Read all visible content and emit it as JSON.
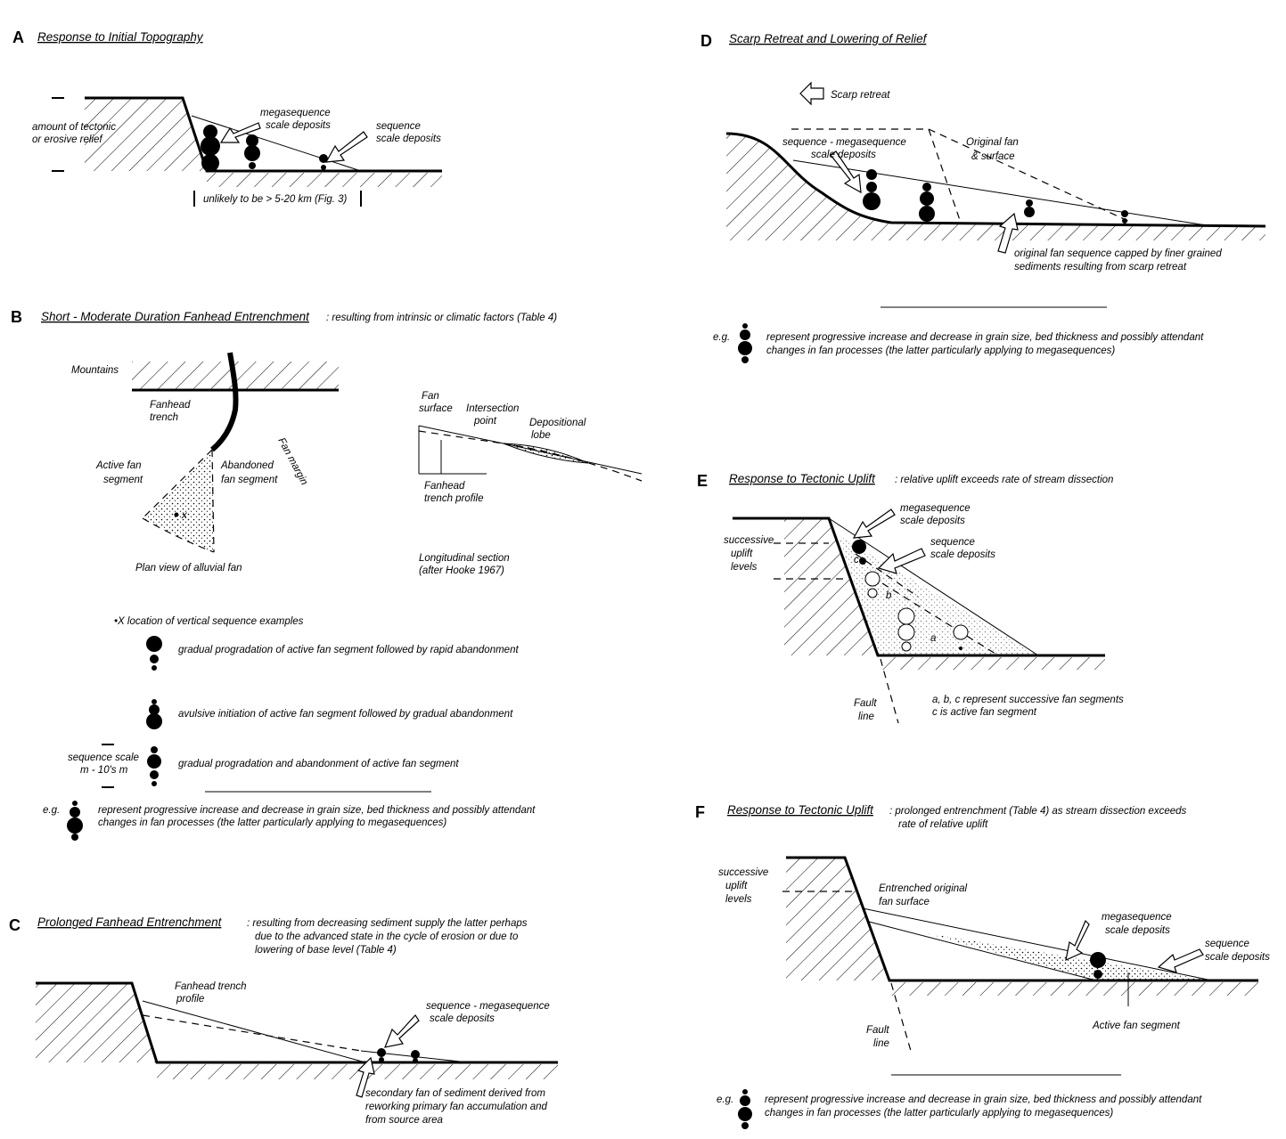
{
  "panelA": {
    "letter": "A",
    "title": "Response to Initial Topography",
    "relief_1": "amount of tectonic",
    "relief_2": "or erosive relief",
    "mega_1": "megasequence",
    "mega_2": "scale deposits",
    "seq_1": "sequence",
    "seq_2": "scale deposits",
    "scale_note": "unlikely to be > 5-20 km (Fig. 3)"
  },
  "panelB": {
    "letter": "B",
    "title": "Short - Moderate Duration Fanhead Entrenchment",
    "subtitle": ": resulting from intrinsic or climatic factors (Table 4)",
    "mountains": "Mountains",
    "trench_1": "Fanhead",
    "trench_2": "trench",
    "active_1": "Active fan",
    "active_2": "segment",
    "abandoned_1": "Abandoned",
    "abandoned_2": "fan segment",
    "margin": "Fan margin",
    "x_mark": "x",
    "plan_view": "Plan view of alluvial fan",
    "fan_surface_1": "Fan",
    "fan_surface_2": "surface",
    "intersection_1": "Intersection",
    "intersection_2": "point",
    "depo_1": "Depositional",
    "depo_2": "lobe",
    "trench_profile_1": "Fanhead",
    "trench_profile_2": "trench profile",
    "long_section_1": "Longitudinal section",
    "long_section_2": "(after Hooke 1967)",
    "x_location": "•X  location of vertical sequence examples",
    "legend_1": "gradual progradation of active fan segment followed by rapid abandonment",
    "legend_2": "avulsive initiation of active fan segment followed by gradual abandonment",
    "legend_3": "gradual progradation and abandonment of active fan segment",
    "seq_scale_1": "sequence scale",
    "seq_scale_2": "m - 10's m",
    "eg": "e.g.",
    "note_1": "represent progressive increase and decrease in grain size, bed thickness and possibly attendant",
    "note_2": "changes in fan processes (the latter particularly applying to megasequences)"
  },
  "panelC": {
    "letter": "C",
    "title": "Prolonged Fanhead Entrenchment",
    "sub_1": ": resulting from decreasing sediment supply  the latter perhaps",
    "sub_2": "due to the advanced state in the cycle of erosion or due to",
    "sub_3": "lowering of base level (Table 4)",
    "trench_1": "Fanhead trench",
    "trench_2": "profile",
    "seq_1": "sequence - megasequence",
    "seq_2": "scale deposits",
    "sec_1": "secondary fan of sediment derived from",
    "sec_2": "reworking primary fan accumulation and",
    "sec_3": "from source area"
  },
  "panelD": {
    "letter": "D",
    "title": "Scarp Retreat and Lowering of Relief",
    "retreat": "Scarp retreat",
    "seq_1": "sequence - megasequence",
    "seq_2": "scale deposits",
    "orig_1": "Original fan",
    "orig_2": "& surface",
    "capped_1": "original fan sequence capped by finer grained",
    "capped_2": "sediments resulting from scarp retreat",
    "eg": "e.g.",
    "note_1": "represent progressive increase and decrease in grain size, bed thickness and possibly attendant",
    "note_2": "changes in fan processes (the latter particularly applying to megasequences)"
  },
  "panelE": {
    "letter": "E",
    "title": "Response to Tectonic Uplift",
    "subtitle": ": relative uplift exceeds rate of stream dissection",
    "uplift_1": "successive",
    "uplift_2": "uplift",
    "uplift_3": "levels",
    "mega_1": "megasequence",
    "mega_2": "scale deposits",
    "seq_1": "sequence",
    "seq_2": "scale deposits",
    "seg_a": "a",
    "seg_b": "b",
    "seg_c": "c",
    "fault_1": "Fault",
    "fault_2": "line",
    "segments_1": "a, b, c  represent successive fan segments",
    "segments_2": "c  is active fan segment"
  },
  "panelF": {
    "letter": "F",
    "title": "Response to Tectonic Uplift",
    "sub_1": ": prolonged entrenchment (Table 4) as stream dissection exceeds",
    "sub_2": "rate of relative uplift",
    "uplift_1": "successive",
    "uplift_2": "uplift",
    "uplift_3": "levels",
    "entrenched_1": "Entrenched original",
    "entrenched_2": "fan surface",
    "mega_1": "megasequence",
    "mega_2": "scale deposits",
    "seq_1": "sequence",
    "seq_2": "scale deposits",
    "active": "Active fan segment",
    "fault_1": "Fault",
    "fault_2": "line",
    "eg": "e.g.",
    "note_1": "represent progressive increase and decrease in grain size, bed thickness and possibly attendant",
    "note_2": "changes in fan processes (the latter particularly applying to megasequences)"
  }
}
